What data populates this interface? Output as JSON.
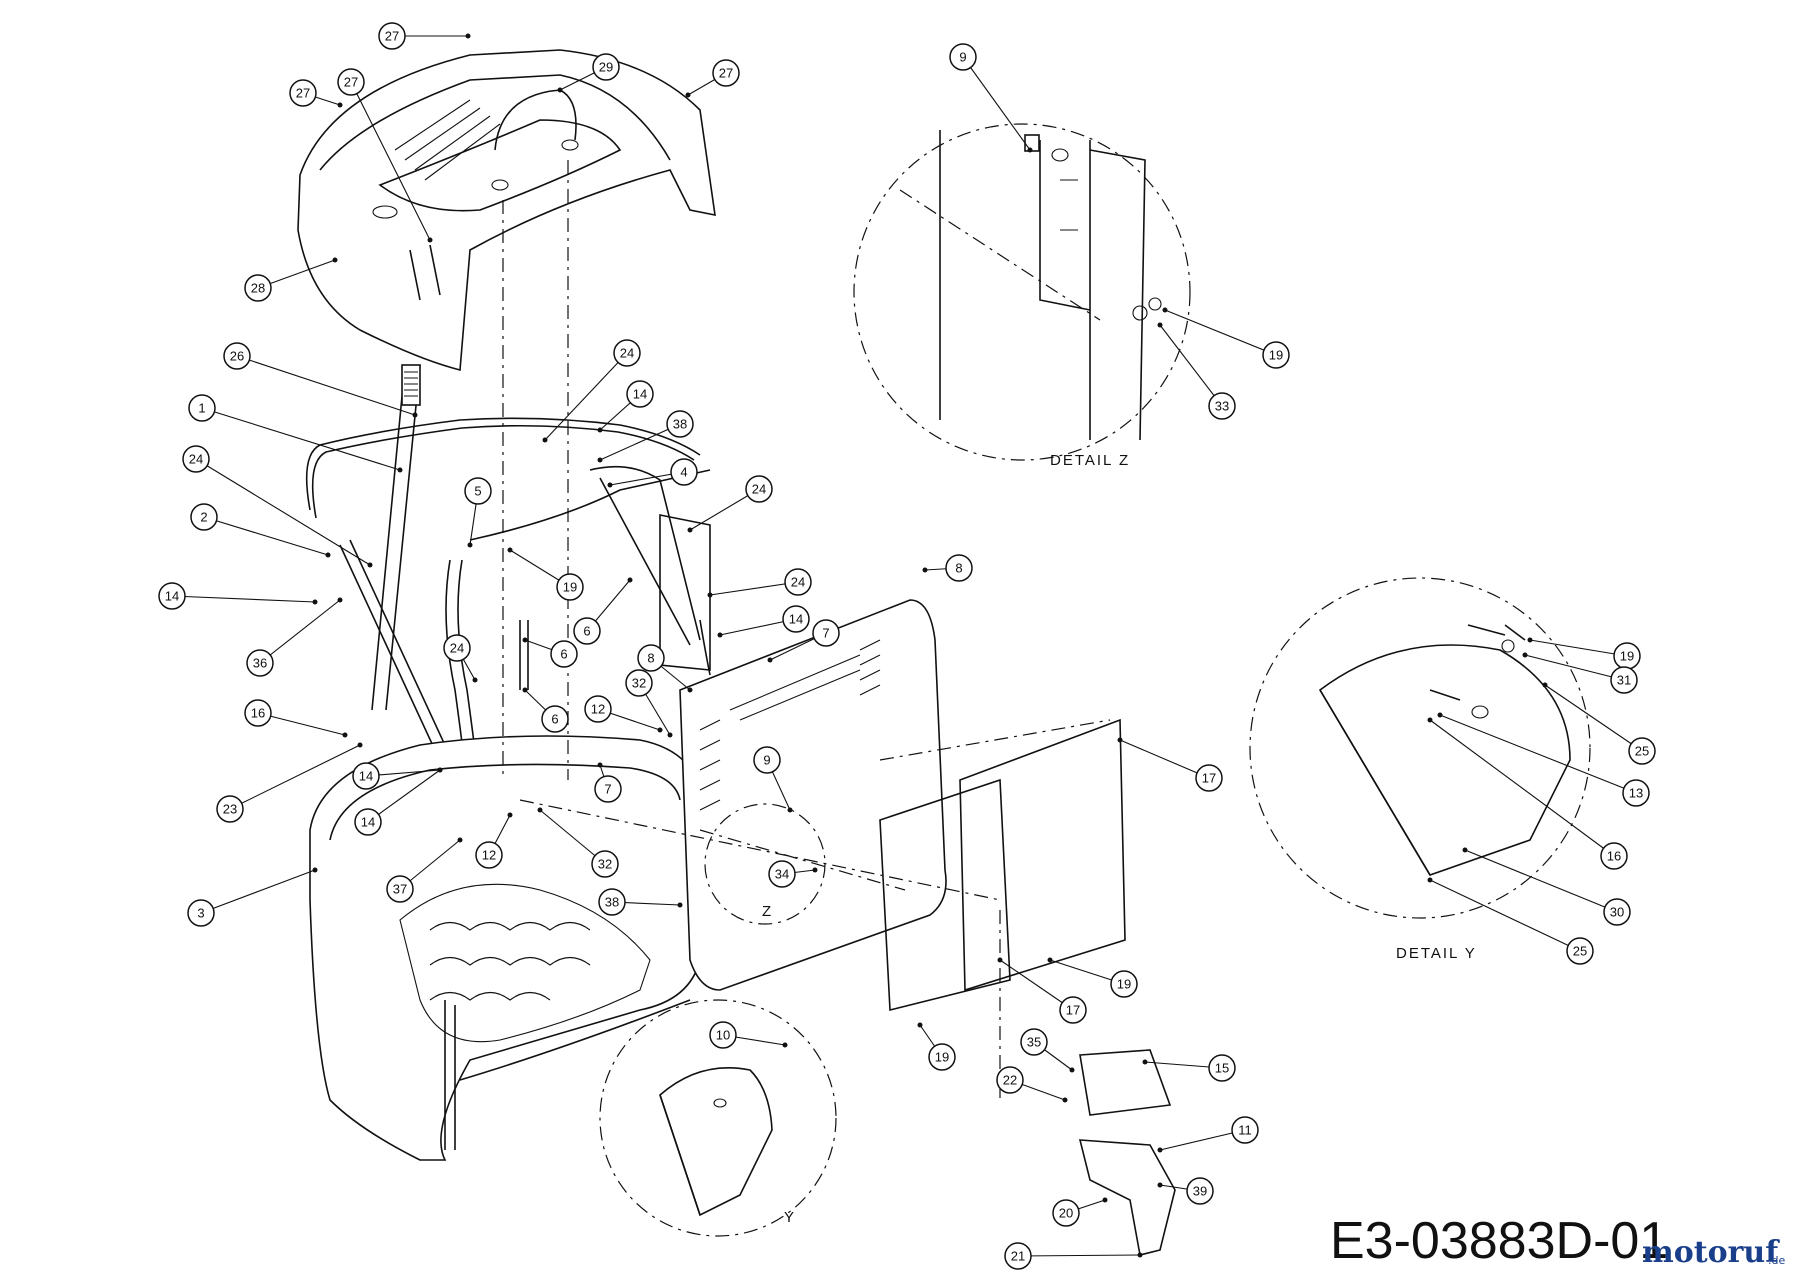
{
  "drawing": {
    "code": "E3-03883D-01",
    "brand_main": "motoruf",
    "brand_tld": ".de",
    "detail_z_label": "DETAIL  Z",
    "detail_y_label": "DETAIL  Y",
    "inset_y_letter": "Y",
    "inset_z_letter": "Z"
  },
  "callouts": [
    {
      "label": "27"
    },
    {
      "label": "29"
    },
    {
      "label": "27"
    },
    {
      "label": "27"
    },
    {
      "label": "27"
    },
    {
      "label": "28"
    },
    {
      "label": "26"
    },
    {
      "label": "1"
    },
    {
      "label": "24"
    },
    {
      "label": "2"
    },
    {
      "label": "14"
    },
    {
      "label": "36"
    },
    {
      "label": "16"
    },
    {
      "label": "23"
    },
    {
      "label": "3"
    },
    {
      "label": "37"
    },
    {
      "label": "14"
    },
    {
      "label": "24"
    },
    {
      "label": "24"
    },
    {
      "label": "5"
    },
    {
      "label": "19"
    },
    {
      "label": "6"
    },
    {
      "label": "6"
    },
    {
      "label": "6"
    },
    {
      "label": "24"
    },
    {
      "label": "14"
    },
    {
      "label": "38"
    },
    {
      "label": "4"
    },
    {
      "label": "24"
    },
    {
      "label": "14"
    },
    {
      "label": "14"
    },
    {
      "label": "7"
    },
    {
      "label": "8"
    },
    {
      "label": "12"
    },
    {
      "label": "32"
    },
    {
      "label": "8"
    },
    {
      "label": "7"
    },
    {
      "label": "12"
    },
    {
      "label": "32"
    },
    {
      "label": "9"
    },
    {
      "label": "34"
    },
    {
      "label": "38"
    },
    {
      "label": "17"
    },
    {
      "label": "19"
    },
    {
      "label": "17"
    },
    {
      "label": "19"
    },
    {
      "label": "10"
    },
    {
      "label": "35"
    },
    {
      "label": "22"
    },
    {
      "label": "15"
    },
    {
      "label": "11"
    },
    {
      "label": "39"
    },
    {
      "label": "20"
    },
    {
      "label": "21"
    },
    {
      "label": "9"
    },
    {
      "label": "19"
    },
    {
      "label": "33"
    },
    {
      "label": "19"
    },
    {
      "label": "31"
    },
    {
      "label": "25"
    },
    {
      "label": "13"
    },
    {
      "label": "16"
    },
    {
      "label": "30"
    },
    {
      "label": "25"
    }
  ]
}
